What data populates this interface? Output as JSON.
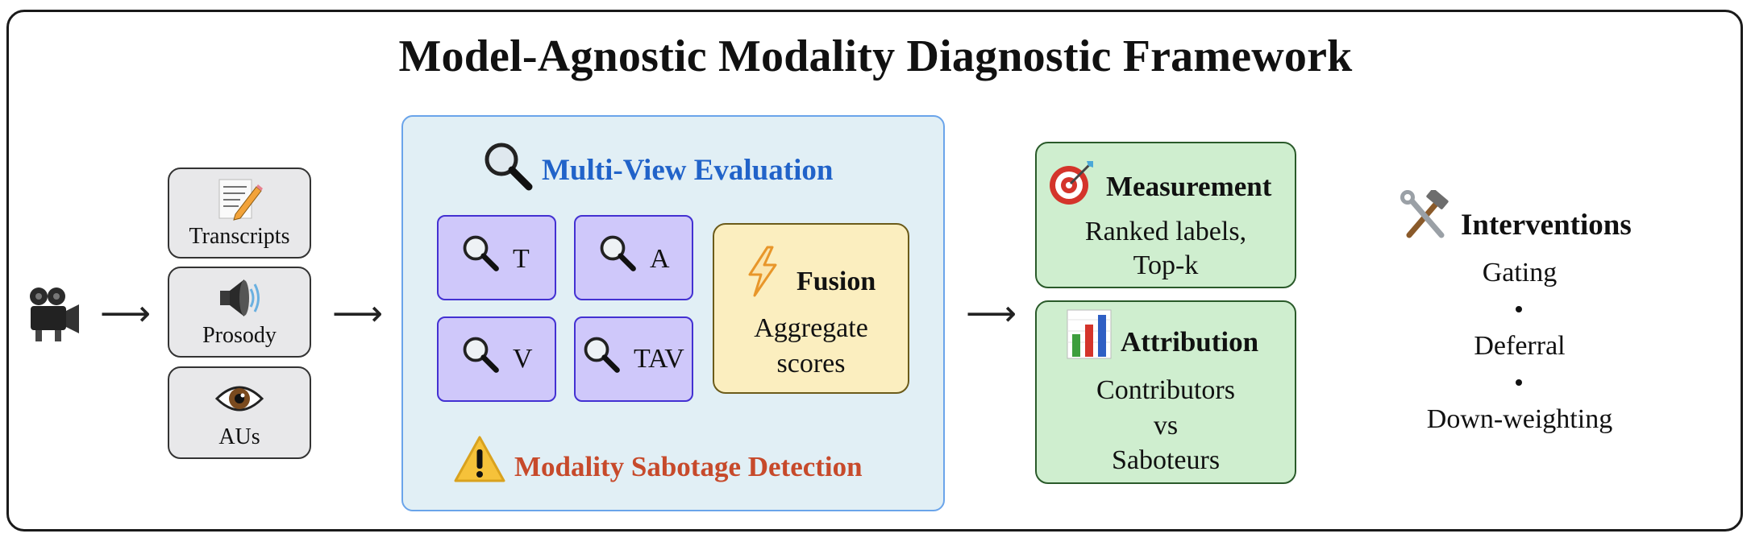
{
  "title": "Model-Agnostic Modality Diagnostic Framework",
  "inputs": [
    {
      "label": "Transcripts",
      "icon": "memo-icon"
    },
    {
      "label": "Prosody",
      "icon": "speaker-icon"
    },
    {
      "label": "AUs",
      "icon": "eye-icon"
    }
  ],
  "multi_view": {
    "title": "Multi-View Evaluation",
    "views": [
      "T",
      "A",
      "V",
      "TAV"
    ],
    "fusion": {
      "title": "Fusion",
      "desc_line1": "Aggregate",
      "desc_line2": "scores"
    },
    "sabotage": "Modality Sabotage Detection"
  },
  "measurement": {
    "title": "Measurement",
    "line1": "Ranked labels,",
    "line2": "Top-k"
  },
  "attribution": {
    "title": "Attribution",
    "line1": "Contributors",
    "line2": "vs",
    "line3": "Saboteurs"
  },
  "interventions": {
    "title": "Interventions",
    "items": [
      "Gating",
      "Deferral",
      "Down-weighting"
    ]
  },
  "colors": {
    "multi_view_title": "#2163c9",
    "sabotage_title": "#c74a2b",
    "view_box_fill": "#cfc8fa",
    "fusion_fill": "#fbeebf",
    "output_fill": "#cfeecf",
    "input_fill": "#e8e8ea",
    "panel_fill": "#e1eff5"
  }
}
